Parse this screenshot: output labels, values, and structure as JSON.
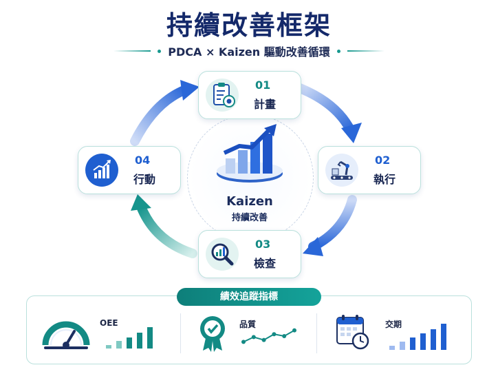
{
  "title": "持續改善框架",
  "subtitle": "PDCA × Kaizen 驅動改善循環",
  "center": {
    "title": "Kaizen",
    "subtitle": "持續改善"
  },
  "steps": [
    {
      "num": "01",
      "label": "計畫",
      "icon": "clipboard-target-icon",
      "color": "#138a84"
    },
    {
      "num": "02",
      "label": "執行",
      "icon": "robot-arm-conveyor-icon",
      "color": "#1f5fd0"
    },
    {
      "num": "03",
      "label": "檢查",
      "icon": "magnifier-chart-icon",
      "color": "#138a84"
    },
    {
      "num": "04",
      "label": "行動",
      "icon": "rising-bars-icon",
      "color": "#1f5fd0"
    }
  ],
  "kpi": {
    "title": "績效追蹤指標",
    "items": [
      {
        "label": "OEE",
        "icon": "gauge-icon",
        "bars": [
          0.15,
          0.3,
          0.45,
          0.65,
          0.85
        ]
      },
      {
        "label": "品質",
        "icon": "quality-badge-icon",
        "line": [
          0.2,
          0.45,
          0.3,
          0.6,
          0.5,
          0.8
        ]
      },
      {
        "label": "交期",
        "icon": "calendar-clock-icon",
        "bars": [
          0.15,
          0.28,
          0.42,
          0.56,
          0.72,
          0.9
        ]
      }
    ]
  },
  "colors": {
    "navy": "#14296a",
    "teal": "#138a84",
    "blue": "#1f5fd0"
  }
}
